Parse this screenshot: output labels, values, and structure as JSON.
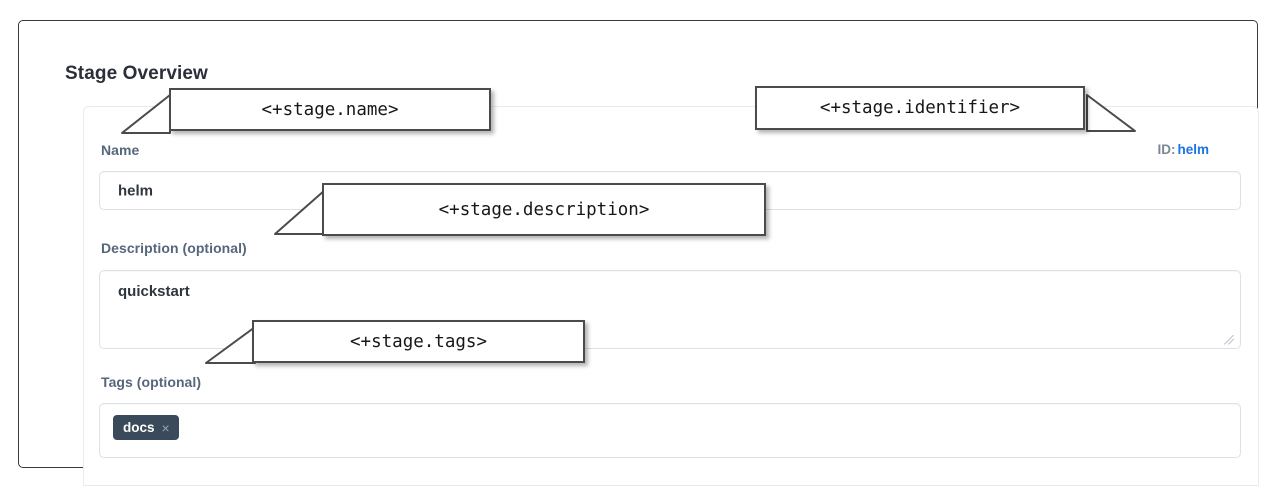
{
  "frame": {
    "section_title": "Stage Overview"
  },
  "form": {
    "fields": [
      {
        "key": "name",
        "label": "Name",
        "value": "helm",
        "type": "text"
      },
      {
        "key": "description",
        "label": "Description (optional)",
        "value": "quickstart",
        "type": "textarea"
      },
      {
        "key": "tags",
        "label": "Tags (optional)",
        "type": "tags",
        "tags": [
          {
            "text": "docs",
            "remove_icon": "×"
          }
        ]
      }
    ],
    "identifier": {
      "key_label": "ID:",
      "value": "helm"
    }
  },
  "callouts": [
    {
      "key": "name",
      "text": "<+stage.name>"
    },
    {
      "key": "identifier",
      "text": "<+stage.identifier>"
    },
    {
      "key": "description",
      "text": "<+stage.description>"
    },
    {
      "key": "tags",
      "text": "<+stage.tags>"
    }
  ],
  "colors": {
    "frame_border": "#3a3a3a",
    "label": "#56677c",
    "value_text": "#2f3640",
    "id_key": "#7b8794",
    "id_value_link": "#1a73e8",
    "tag_chip_bg": "#3b4a5a",
    "tag_chip_text": "#ffffff",
    "tag_remove": "#98a3b0",
    "callout_border": "#4b4b4b",
    "input_border": "#dde1e6",
    "card_border": "#e9ecef"
  }
}
